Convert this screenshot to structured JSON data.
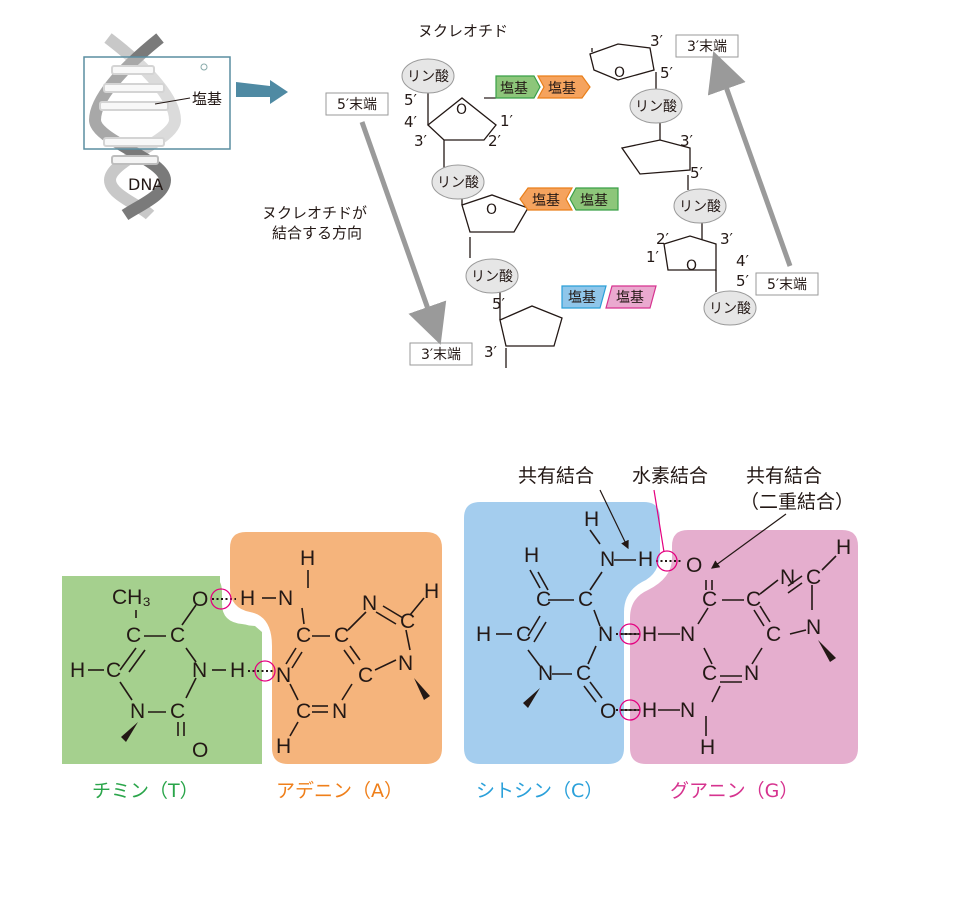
{
  "top": {
    "dna_label": "DNA",
    "base_callout": "塩基",
    "nucleotide_label": "ヌクレオチド",
    "phosphate": "リン酸",
    "base": "塩基",
    "end5": "5′末端",
    "end3": "3′末端",
    "direction_line1": "ヌクレオチドが",
    "direction_line2": "結合する方向",
    "primes": {
      "p5": "5′",
      "p4": "4′",
      "p3": "3′",
      "p2": "2′",
      "p1": "1′"
    },
    "ring_o": "O"
  },
  "bottom": {
    "covalent": "共有結合",
    "hydrogen": "水素結合",
    "covalent2": "共有結合",
    "double": "（二重結合）",
    "names": {
      "thymine": "チミン（T）",
      "adenine": "アデニン（A）",
      "cytosine": "シトシン（C）",
      "guanine": "グアニン（G）"
    },
    "atoms": {
      "C": "C",
      "H": "H",
      "N": "N",
      "O": "O",
      "CH3": "CH₃"
    }
  },
  "colors": {
    "green": "#a5d08e",
    "orange": "#f5b47c",
    "blue": "#a4cdee",
    "pink": "#e5aece",
    "green_text": "#2aa54a",
    "orange_text": "#ef7f1a",
    "blue_text": "#2aa0da",
    "pink_text": "#d6338f",
    "magenta": "#e4007f"
  }
}
